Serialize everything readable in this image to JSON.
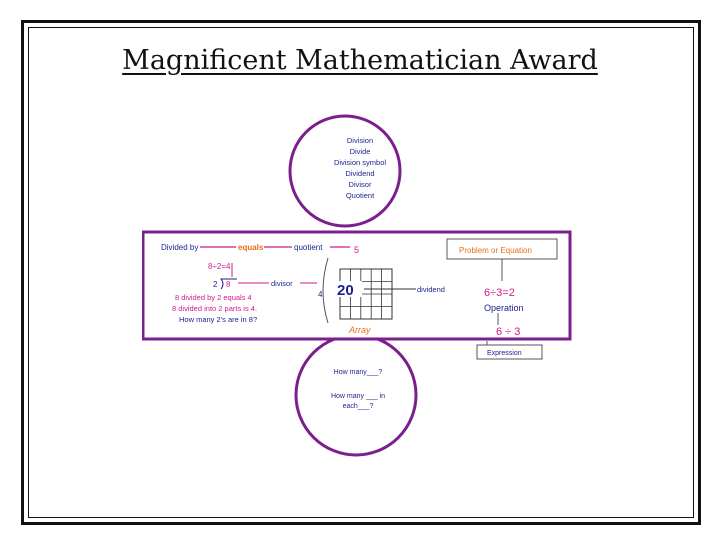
{
  "slide": {
    "title": "Magnificent Mathematician Award"
  },
  "poster": {
    "top_circle": {
      "terms": [
        "Division",
        "Divide",
        "Division symbol",
        "Dividend",
        "Divisor",
        "Quotient"
      ]
    },
    "left_panel": {
      "divided_by": "Divided by",
      "equals": "equals",
      "quotient": "quotient",
      "quotient_value": "5",
      "equation": "8÷2=4",
      "long_div_divisor": "2",
      "long_div_dividend": "8",
      "divisor_label": "divisor",
      "sentences": [
        "8 divided by 2 equals 4",
        "8 divided into 2 parts is 4.",
        "How many 2's are in 8?"
      ]
    },
    "center_panel": {
      "row_label": "4",
      "grid_value": "20",
      "dividend_label": "dividend",
      "array_label": "Array"
    },
    "right_panel": {
      "problem_label": "Problem or Equation",
      "equation": "6÷3=2",
      "operation_label": "Operation",
      "expression_value": "6 ÷ 3",
      "expression_label": "Expression"
    },
    "bottom_circle": {
      "q1": "How many___?",
      "q2_line1": "How many ___ in",
      "q2_line2": "each___?"
    },
    "colors": {
      "purple": "#7b1f8c",
      "orange": "#e8711a",
      "magenta": "#d21a8a",
      "navy": "#1c1f8c",
      "green": "#3aa23a"
    }
  }
}
